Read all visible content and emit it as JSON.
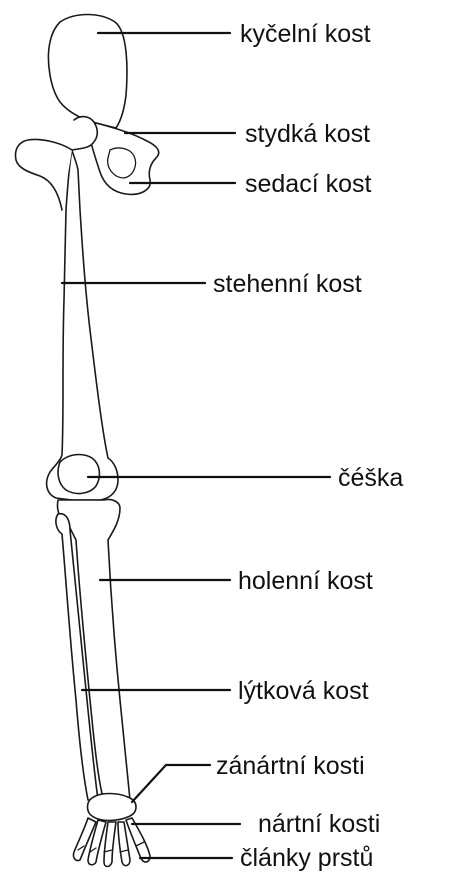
{
  "labels": {
    "hip_bone": "kyčelní kost",
    "pubic_bone": "stydká kost",
    "ischium": "sedací kost",
    "femur": "stehenní kost",
    "patella": "čéška",
    "tibia": "holenní kost",
    "fibula": "lýtková kost",
    "tarsals": "zánártní kosti",
    "metatarsals": "nártní kosti",
    "phalanges": "články prstů"
  }
}
